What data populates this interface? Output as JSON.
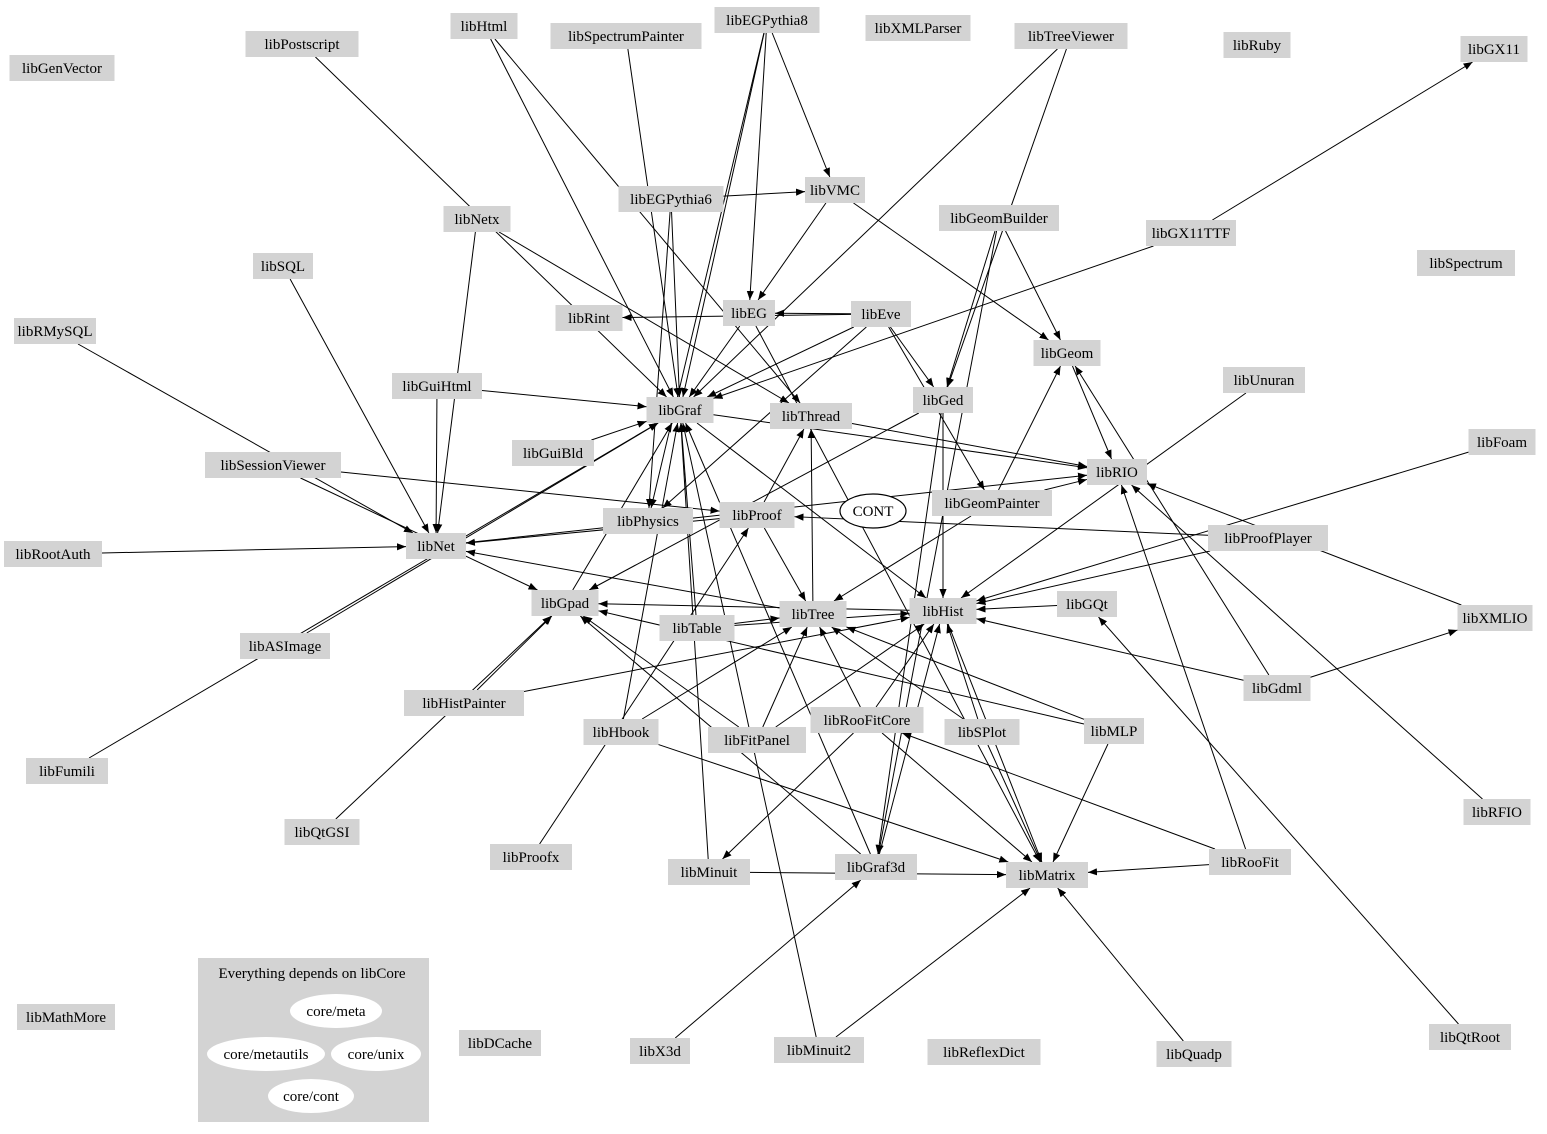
{
  "diagram": {
    "legend": {
      "title": "Everything depends on libCore",
      "items": [
        "core/meta",
        "core/metautils",
        "core/unix",
        "core/cont"
      ]
    },
    "standalone": "CONT",
    "nodes": [
      "libGenVector",
      "libPostscript",
      "libHtml",
      "libSpectrumPainter",
      "libEGPythia8",
      "libXMLParser",
      "libTreeViewer",
      "libRuby",
      "libGX11",
      "libEGPythia6",
      "libVMC",
      "libNetx",
      "libGeomBuilder",
      "libGX11TTF",
      "libSQL",
      "libSpectrum",
      "libRMySQL",
      "libRint",
      "libEG",
      "libEve",
      "libGeom",
      "libGuiHtml",
      "libGraf",
      "libThread",
      "libGed",
      "libUnuran",
      "libGuiBld",
      "libFoam",
      "libSessionViewer",
      "libRIO",
      "libGeomPainter",
      "libPhysics",
      "libProof",
      "libProofPlayer",
      "libRootAuth",
      "libNet",
      "libGpad",
      "libTree",
      "libHist",
      "libGQt",
      "libXMLIO",
      "libTable",
      "libASImage",
      "libGdml",
      "libHistPainter",
      "libRooFitCore",
      "libSPlot",
      "libMLP",
      "libHbook",
      "libFitPanel",
      "libFumili",
      "libRFIO",
      "libQtGSI",
      "libProofx",
      "libRooFit",
      "libGraf3d",
      "libMinuit",
      "libMatrix",
      "libMathMore",
      "libDCache",
      "libQtRoot",
      "libX3d",
      "libMinuit2",
      "libReflexDict",
      "libQuadp"
    ],
    "edges": [
      [
        "libPostscript",
        "libGraf"
      ],
      [
        "libHtml",
        "libGraf"
      ],
      [
        "libHtml",
        "libThread"
      ],
      [
        "libSpectrumPainter",
        "libGraf"
      ],
      [
        "libEGPythia8",
        "libVMC"
      ],
      [
        "libEGPythia8",
        "libEG"
      ],
      [
        "libEGPythia8",
        "libPhysics"
      ],
      [
        "libEGPythia8",
        "libGraf"
      ],
      [
        "libTreeViewer",
        "libGraf"
      ],
      [
        "libTreeViewer",
        "libGed"
      ],
      [
        "libGX11TTF",
        "libGX11"
      ],
      [
        "libGX11TTF",
        "libGraf"
      ],
      [
        "libEGPythia6",
        "libVMC"
      ],
      [
        "libEGPythia6",
        "libPhysics"
      ],
      [
        "libEGPythia6",
        "libGraf"
      ],
      [
        "libVMC",
        "libEG"
      ],
      [
        "libVMC",
        "libGeom"
      ],
      [
        "libNetx",
        "libNet"
      ],
      [
        "libNetx",
        "libThread"
      ],
      [
        "libGeomBuilder",
        "libGed"
      ],
      [
        "libGeomBuilder",
        "libGeom"
      ],
      [
        "libGeomBuilder",
        "libGraf3d"
      ],
      [
        "libSQL",
        "libNet"
      ],
      [
        "libRMySQL",
        "libNet"
      ],
      [
        "libEve",
        "libEG"
      ],
      [
        "libEve",
        "libRint"
      ],
      [
        "libEve",
        "libGed"
      ],
      [
        "libEve",
        "libGeomPainter"
      ],
      [
        "libEve",
        "libGraf"
      ],
      [
        "libEve",
        "libPhysics"
      ],
      [
        "libEG",
        "libGraf"
      ],
      [
        "libEG",
        "libMatrix"
      ],
      [
        "libGeom",
        "libRIO"
      ],
      [
        "libGuiHtml",
        "libGraf"
      ],
      [
        "libGuiHtml",
        "libNet"
      ],
      [
        "libGraf",
        "libRIO"
      ],
      [
        "libGraf",
        "libHist"
      ],
      [
        "libThread",
        "libRIO"
      ],
      [
        "libGed",
        "libHist"
      ],
      [
        "libGed",
        "libGraf3d"
      ],
      [
        "libGed",
        "libGpad"
      ],
      [
        "libUnuran",
        "libHist"
      ],
      [
        "libGuiBld",
        "libGraf"
      ],
      [
        "libFoam",
        "libHist"
      ],
      [
        "libSessionViewer",
        "libProof"
      ],
      [
        "libSessionViewer",
        "libGpad"
      ],
      [
        "libGeomPainter",
        "libGeom"
      ],
      [
        "libGeomPainter",
        "libTree"
      ],
      [
        "libGeomPainter",
        "libRIO"
      ],
      [
        "libProof",
        "libTree"
      ],
      [
        "libProof",
        "libThread"
      ],
      [
        "libProof",
        "libNet"
      ],
      [
        "libProofPlayer",
        "libProof"
      ],
      [
        "libProofPlayer",
        "libHist"
      ],
      [
        "libRootAuth",
        "libNet"
      ],
      [
        "libNet",
        "libRIO"
      ],
      [
        "libGpad",
        "libGraf"
      ],
      [
        "libTree",
        "libNet"
      ],
      [
        "libTree",
        "libThread"
      ],
      [
        "libHist",
        "libGpad"
      ],
      [
        "libHist",
        "libMatrix"
      ],
      [
        "libGQt",
        "libHist"
      ],
      [
        "libXMLIO",
        "libRIO"
      ],
      [
        "libTable",
        "libTree"
      ],
      [
        "libTable",
        "libGraf"
      ],
      [
        "libTable",
        "libHist"
      ],
      [
        "libASImage",
        "libGraf"
      ],
      [
        "libGdml",
        "libGeom"
      ],
      [
        "libGdml",
        "libXMLIO"
      ],
      [
        "libGdml",
        "libHist"
      ],
      [
        "libHistPainter",
        "libGpad"
      ],
      [
        "libHistPainter",
        "libHist"
      ],
      [
        "libRooFitCore",
        "libTree"
      ],
      [
        "libRooFitCore",
        "libHist"
      ],
      [
        "libRooFitCore",
        "libMinuit"
      ],
      [
        "libRooFitCore",
        "libMatrix"
      ],
      [
        "libSPlot",
        "libTree"
      ],
      [
        "libSPlot",
        "libHist"
      ],
      [
        "libSPlot",
        "libMatrix"
      ],
      [
        "libMLP",
        "libTree"
      ],
      [
        "libMLP",
        "libGpad"
      ],
      [
        "libMLP",
        "libMatrix"
      ],
      [
        "libHbook",
        "libTree"
      ],
      [
        "libHbook",
        "libGraf"
      ],
      [
        "libHbook",
        "libMatrix"
      ],
      [
        "libFitPanel",
        "libTree"
      ],
      [
        "libFitPanel",
        "libGpad"
      ],
      [
        "libFitPanel",
        "libHist"
      ],
      [
        "libFumili",
        "libGraf"
      ],
      [
        "libRFIO",
        "libRIO"
      ],
      [
        "libQtGSI",
        "libGpad"
      ],
      [
        "libProofx",
        "libProof"
      ],
      [
        "libRooFit",
        "libRooFitCore"
      ],
      [
        "libRooFit",
        "libMatrix"
      ],
      [
        "libRooFit",
        "libRIO"
      ],
      [
        "libGraf3d",
        "libGraf"
      ],
      [
        "libGraf3d",
        "libGpad"
      ],
      [
        "libGraf3d",
        "libHist"
      ],
      [
        "libMinuit",
        "libMatrix"
      ],
      [
        "libMinuit",
        "libGraf"
      ],
      [
        "libQtRoot",
        "libGQt"
      ],
      [
        "libX3d",
        "libGraf3d"
      ],
      [
        "libMinuit2",
        "libMatrix"
      ],
      [
        "libMinuit2",
        "libGraf"
      ],
      [
        "libQuadp",
        "libMatrix"
      ]
    ]
  }
}
